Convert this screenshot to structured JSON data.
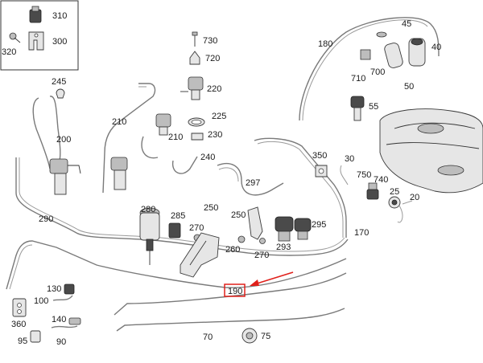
{
  "diagram": {
    "labels": {
      "l310": "310",
      "l300": "300",
      "l320": "320",
      "l730": "730",
      "l720": "720",
      "l220": "220",
      "l225": "225",
      "l230": "230",
      "l240": "240",
      "l210a": "210",
      "l210b": "210",
      "l245": "245",
      "l200": "200",
      "l180": "180",
      "l45": "45",
      "l40": "40",
      "l710": "710",
      "l700": "700",
      "l50": "50",
      "l55": "55",
      "l350": "350",
      "l30": "30",
      "l750": "750",
      "l740": "740",
      "l25": "25",
      "l20": "20",
      "l297": "297",
      "l290": "290",
      "l280": "280",
      "l285": "285",
      "l270a": "270",
      "l260": "260",
      "l250a": "250",
      "l250b": "250",
      "l270b": "270",
      "l293": "293",
      "l295": "295",
      "l170": "170",
      "l190": "190",
      "l130": "130",
      "l100": "100",
      "l360": "360",
      "l140": "140",
      "l95": "95",
      "l90": "90",
      "l70": "70",
      "l75": "75"
    },
    "highlight_color": "#e0201b"
  }
}
